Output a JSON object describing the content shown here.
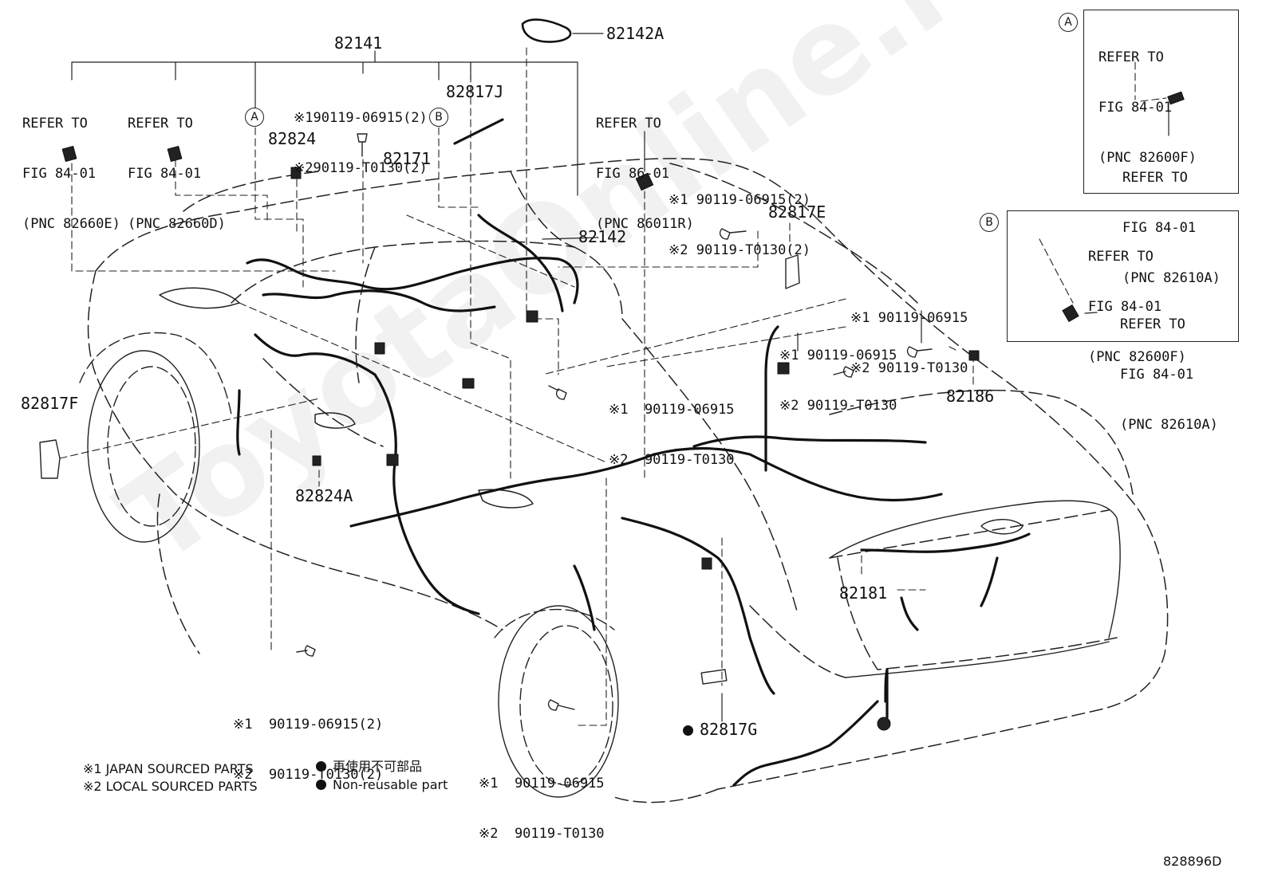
{
  "watermark": "ToyotaOnline.ru",
  "parts": {
    "p82141": "82141",
    "p82142A": "82142A",
    "p82817J": "82817J",
    "p82824": "82824",
    "p82171": "82171",
    "p82142": "82142",
    "p82817E": "82817E",
    "p82186": "82186",
    "p82817F": "82817F",
    "p82824A": "82824A",
    "p82181": "82181",
    "p82817G": "82817G"
  },
  "refs": {
    "ref_82660E": [
      "REFER TO",
      "FIG 84-01",
      "(PNC 82660E)"
    ],
    "ref_82660D": [
      "REFER TO",
      "FIG 84-01",
      "(PNC 82660D)"
    ],
    "ref_86011R": [
      "REFER TO",
      "FIG 86-01",
      "(PNC 86011R)"
    ],
    "ref_A_82600F": [
      "REFER TO",
      "FIG 84-01",
      "(PNC 82600F)"
    ],
    "ref_A_82610A": [
      "REFER TO",
      "FIG 84-01",
      "(PNC 82610A)"
    ],
    "ref_B_82600F": [
      "REFER TO",
      "FIG 84-01",
      "(PNC 82600F)"
    ],
    "ref_B_82610A": [
      "REFER TO",
      "FIG 84-01",
      "(PNC 82610A)"
    ]
  },
  "bolts": {
    "top_center": [
      "※190119-06915(2)",
      "※290119-T0130(2)"
    ],
    "right_top": [
      "※1 90119-06915(2)",
      "※2 90119-T0130(2)"
    ],
    "right_mid1": [
      "※1 90119-06915",
      "※2 90119-T0130"
    ],
    "right_mid2": [
      "※1 90119-06915",
      "※2 90119-T0130"
    ],
    "center": [
      "※1  90119-06915",
      "※2  90119-T0130"
    ],
    "bottom_left": [
      "※1  90119-06915(2)",
      "※2  90119-T0130(2)"
    ],
    "bottom_center": [
      "※1  90119-06915",
      "※2  90119-T0130"
    ]
  },
  "markers": {
    "a": "A",
    "b": "B"
  },
  "legend": {
    "japan": "※1 JAPAN SOURCED PARTS",
    "local": "※2 LOCAL SOURCED PARTS",
    "nonreuse_jp": "再使用不可部品",
    "nonreuse_en": "Non-reusable part"
  },
  "diagram_code": "828896D"
}
